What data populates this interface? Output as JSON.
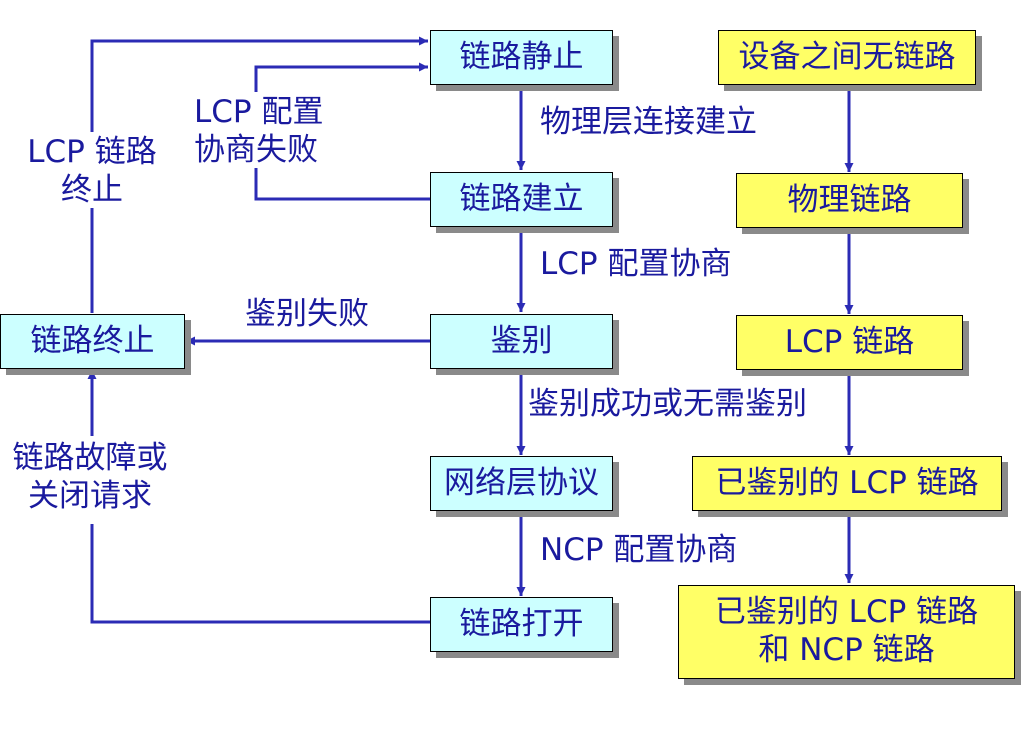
{
  "states": {
    "link_dead": "链路静止",
    "link_establish": "链路建立",
    "authenticate": "鉴别",
    "network_layer": "网络层协议",
    "link_open": "链路打开",
    "link_terminate": "链路终止"
  },
  "conditions": {
    "no_link": "设备之间无链路",
    "physical_link": "物理链路",
    "lcp_link": "LCP 链路",
    "auth_lcp_link": "已鉴别的 LCP 链路",
    "auth_lcp_ncp_link_1": "已鉴别的 LCP 链路",
    "auth_lcp_ncp_link_2": "和 NCP 链路"
  },
  "transitions": {
    "physical_up": "物理层连接建立",
    "lcp_config": "LCP 配置协商",
    "auth_ok": "鉴别成功或无需鉴别",
    "ncp_config": "NCP 配置协商",
    "auth_fail": "鉴别失败",
    "lcp_fail_1": "LCP 配置",
    "lcp_fail_2": "协商失败",
    "lcp_term_1": "LCP 链路",
    "lcp_term_2": "终止",
    "link_fail_1": "链路故障或",
    "link_fail_2": "关闭请求"
  },
  "colors": {
    "arrow": "#2b2bb5",
    "text": "#1a1a9e",
    "state_fill": "#ccffff",
    "condition_fill": "#ffff66"
  }
}
